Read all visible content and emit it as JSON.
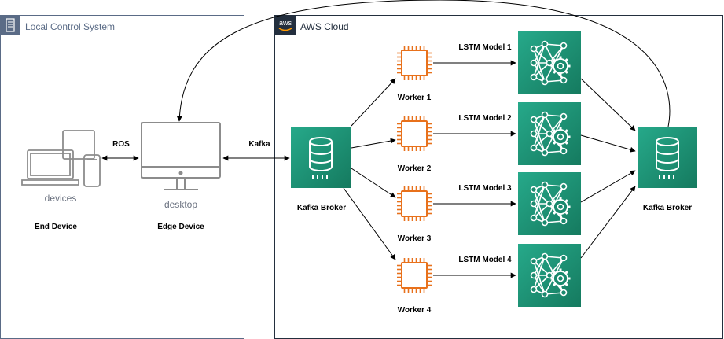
{
  "groups": {
    "local": {
      "title": "Local Control System",
      "color": "#5a6b86"
    },
    "aws": {
      "title": "AWS Cloud",
      "badge": "aws",
      "color": "#232f3e"
    }
  },
  "nodes": {
    "end_device": {
      "icon_caption": "devices",
      "label": "End Device"
    },
    "edge_device": {
      "icon_caption": "desktop",
      "label": "Edge Device"
    },
    "broker_in": {
      "label": "Kafka Broker"
    },
    "broker_out": {
      "label": "Kafka Broker"
    },
    "workers": [
      "Worker 1",
      "Worker 2",
      "Worker 3",
      "Worker 4"
    ],
    "models": [
      "LSTM Model 1",
      "LSTM Model 2",
      "LSTM Model 3",
      "LSTM Model 4"
    ]
  },
  "edges": {
    "ros": "ROS",
    "kafka": "Kafka"
  },
  "colors": {
    "broker": "#1a8a6e",
    "worker": "#e8711b",
    "model": "#1a8a6e",
    "device_gray": "#8c8c8c"
  }
}
